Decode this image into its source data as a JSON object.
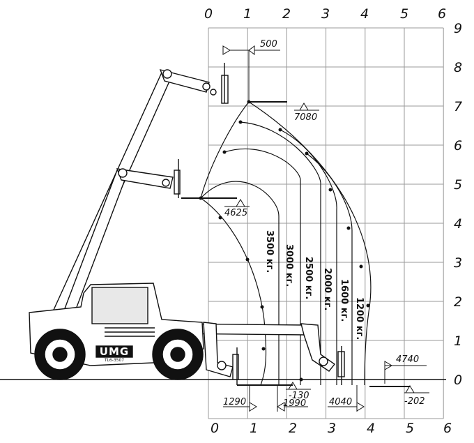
{
  "axis": {
    "top_x": [
      "0",
      "1",
      "2",
      "3",
      "4",
      "5",
      "6"
    ],
    "bottom_x": [
      "0",
      "1",
      "2",
      "3",
      "4",
      "5",
      "6"
    ],
    "right_y": [
      "0",
      "1",
      "2",
      "3",
      "4",
      "5",
      "6",
      "7",
      "8",
      "9"
    ]
  },
  "dimensions": {
    "d500": "500",
    "d7080": "7080",
    "d4625": "4625",
    "d4740": "4740",
    "d1290": "1290",
    "d1990": "1990",
    "d4040": "4040",
    "dm130": "-130",
    "dm202": "-202"
  },
  "capacities": [
    {
      "label": "3500 кг."
    },
    {
      "label": "3000 кг."
    },
    {
      "label": "2500 кг."
    },
    {
      "label": "2000 кг."
    },
    {
      "label": "1600 кг."
    },
    {
      "label": "1200 кг."
    }
  ],
  "machine": {
    "logo": "UMG",
    "model": "TL6-3507"
  },
  "colors": {
    "line": "#111111",
    "grid": "#9a9a9a",
    "background": "#ffffff"
  }
}
